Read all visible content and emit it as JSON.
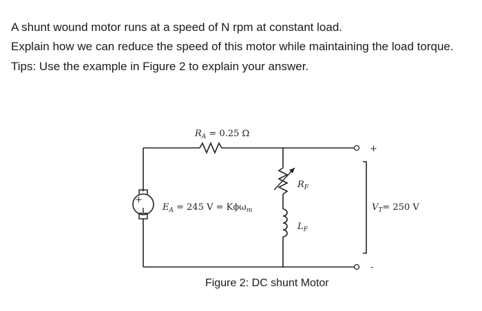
{
  "question": {
    "line1": "A shunt wound motor runs at a speed of N rpm at constant load.",
    "line2": "Explain how we can reduce the speed of this motor while maintaining the load torque.",
    "line3": "Tips: Use the example in Figure 2 to explain your answer."
  },
  "figure": {
    "armature_resistance": "R",
    "armature_resistance_sub": "A",
    "armature_resistance_value": " = 0.25 Ω",
    "back_emf": "E",
    "back_emf_sub": "A",
    "back_emf_value": " = 245 V = Kϕω",
    "back_emf_value_sub": "m",
    "field_resistance": "R",
    "field_resistance_sub": "F",
    "field_inductance": "L",
    "field_inductance_sub": "F",
    "terminal_voltage": "V",
    "terminal_voltage_sub": "T",
    "terminal_voltage_value": "= 250 V",
    "terminal_plus": "+",
    "terminal_minus": "-",
    "source_plus": "+",
    "caption": "Figure 2: DC shunt Motor"
  }
}
